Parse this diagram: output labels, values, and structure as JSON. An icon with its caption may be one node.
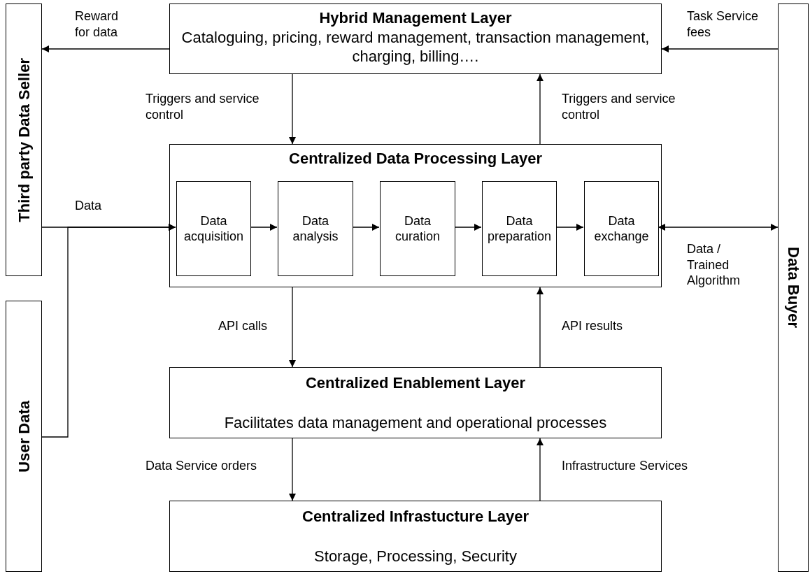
{
  "diagram": {
    "nodes": [
      {
        "text": [
          "Hybrid Management Layer",
          "Cataloguing, pricing, reward management, transaction management, charging, billing…."
        ]
      },
      {
        "text": [
          "Third party Data Seller"
        ]
      },
      {
        "text": [
          "Data Buyer"
        ]
      },
      {
        "text": [
          "Centralized Data Processing Layer"
        ]
      },
      {
        "text": [
          "Data acquisition"
        ],
        "in": 3
      },
      {
        "text": [
          "Data analysis"
        ],
        "in": 3
      },
      {
        "text": [
          "Data curation"
        ],
        "in": 3
      },
      {
        "text": [
          "Data preparation"
        ],
        "in": 3
      },
      {
        "text": [
          "Data exchange"
        ],
        "in": 3
      },
      {
        "text": [
          "User Data"
        ]
      },
      {
        "text": [
          "Centralized Enablement Layer",
          "Facilitates data management and operational processes"
        ]
      },
      {
        "text": [
          "Centralized Infrastucture Layer",
          "Storage, Processing, Security"
        ]
      }
    ],
    "edges": [
      {
        "from": 0,
        "to": 1,
        "arrow": "to",
        "label": "Reward for data"
      },
      {
        "from": 2,
        "to": 0,
        "arrow": "to",
        "label": "Task Service fees"
      },
      {
        "from": 0,
        "to": 3,
        "arrow": "to",
        "label": "Triggers and service control"
      },
      {
        "from": 3,
        "to": 0,
        "arrow": "to",
        "label": "Triggers and service control"
      },
      {
        "from": 1,
        "to": 4,
        "arrow": "to",
        "label": "Data"
      },
      {
        "from": 9,
        "to": 4,
        "arrow": "to"
      },
      {
        "from": 4,
        "to": 5,
        "arrow": "to"
      },
      {
        "from": 5,
        "to": 6,
        "arrow": "to"
      },
      {
        "from": 6,
        "to": 7,
        "arrow": "to"
      },
      {
        "from": 7,
        "to": 8,
        "arrow": "to"
      },
      {
        "from": 8,
        "to": 2,
        "arrow": "both",
        "label": "Data / Trained Algorithm"
      },
      {
        "from": 3,
        "to": 10,
        "arrow": "to",
        "label": "API calls"
      },
      {
        "from": 10,
        "to": 3,
        "arrow": "to",
        "label": "API results"
      },
      {
        "from": 10,
        "to": 11,
        "arrow": "to",
        "label": "Data Service orders"
      },
      {
        "from": 11,
        "to": 10,
        "arrow": "to",
        "label": "Infrastructure Services"
      }
    ]
  }
}
